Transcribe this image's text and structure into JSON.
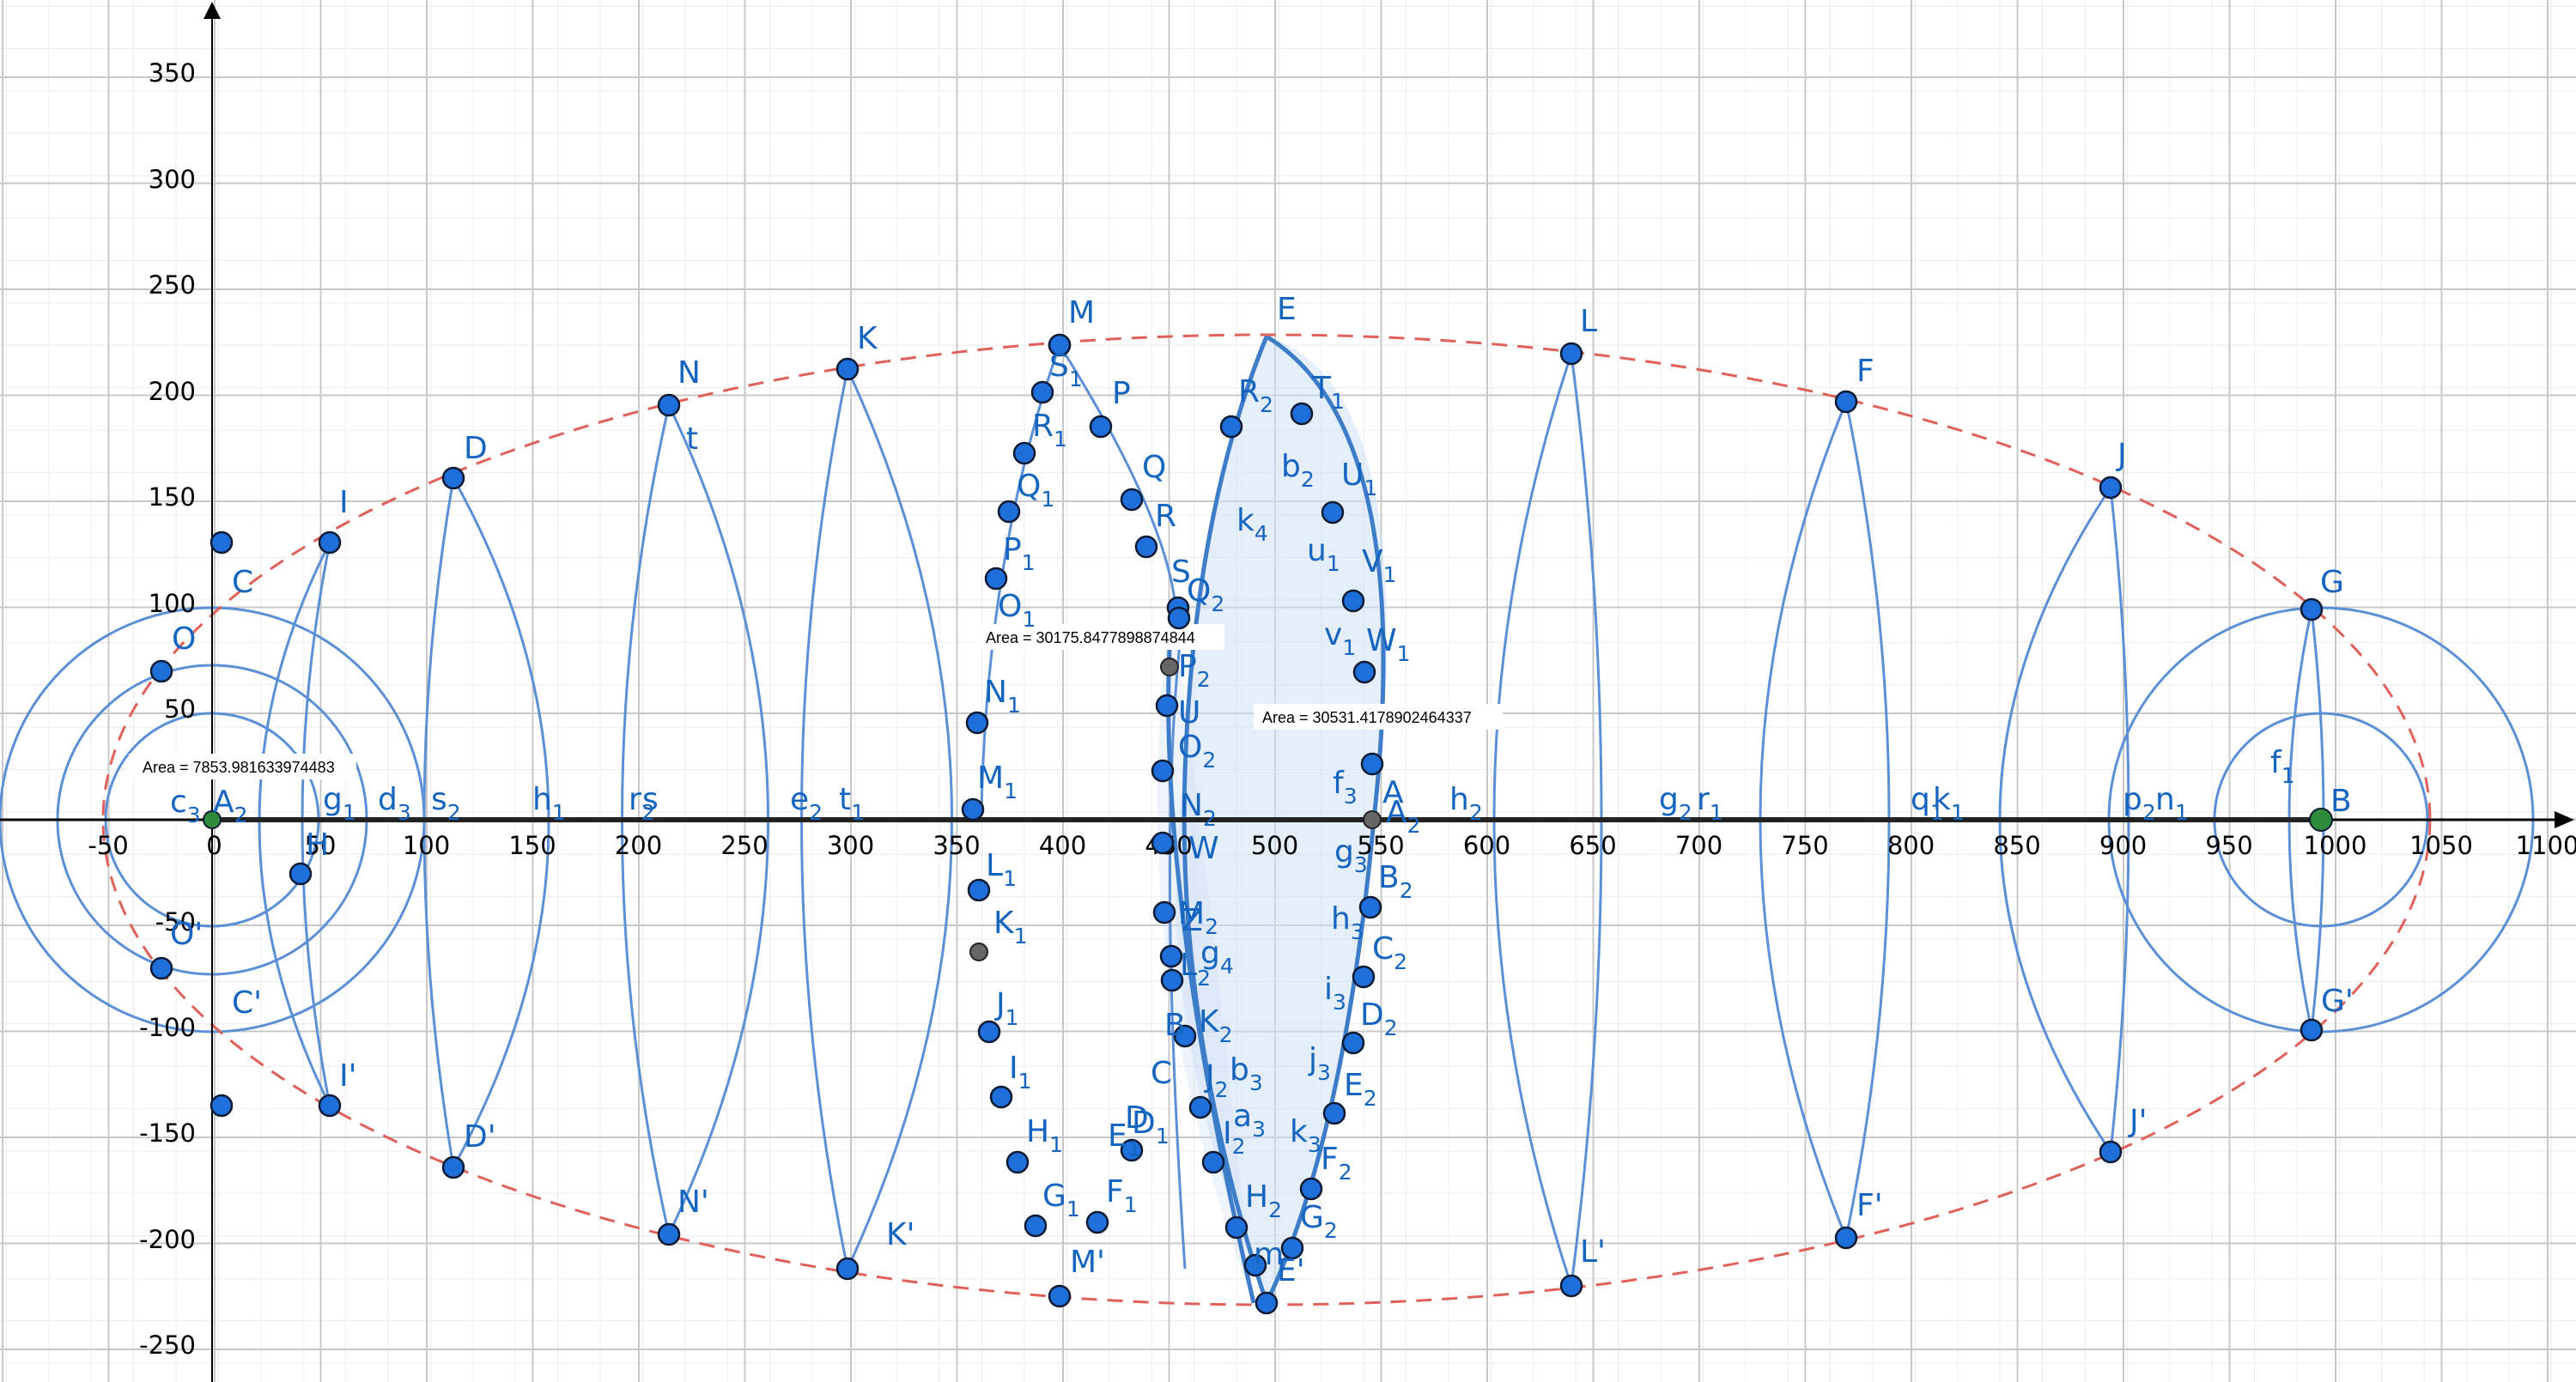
{
  "app": "GeoGebra Graphing",
  "colors": {
    "point": "#1e6fd9",
    "point_stroke": "#0b1a33",
    "curve": "#5b8fd6",
    "ellipse": "#e0605a",
    "fill": "#cfe0f7",
    "free_point": "#2e8b3a",
    "aux_point": "#666666",
    "axis": "#000000",
    "grid_major": "#c8c8c8",
    "grid_minor": "#ececec"
  },
  "x_ticks": [
    "-50",
    "0",
    "50",
    "100",
    "150",
    "200",
    "250",
    "300",
    "350",
    "400",
    "450",
    "500",
    "550",
    "600",
    "650",
    "700",
    "750",
    "800",
    "850",
    "900",
    "950",
    "1000",
    "1050",
    "1100"
  ],
  "y_ticks": [
    "350",
    "300",
    "250",
    "200",
    "150",
    "100",
    "50",
    "-50",
    "-100",
    "-150",
    "-200",
    "-250"
  ],
  "areas": [
    {
      "text": "Area = 7853.981633974483"
    },
    {
      "text": "Area = 30175.8477898874844"
    },
    {
      "text": "Area = 30531.4178902464337"
    }
  ],
  "labels": [
    {
      "t": "M"
    },
    {
      "t": "E"
    },
    {
      "t": "K"
    },
    {
      "t": "N"
    },
    {
      "t": "L"
    },
    {
      "t": "F"
    },
    {
      "t": "J"
    },
    {
      "t": "G"
    },
    {
      "t": "D"
    },
    {
      "t": "I"
    },
    {
      "t": "C"
    },
    {
      "t": "O"
    },
    {
      "t": "P"
    },
    {
      "t": "Q"
    },
    {
      "t": "R"
    },
    {
      "t": "t"
    },
    {
      "t": "S",
      "s": "1"
    },
    {
      "t": "R",
      "s": "1"
    },
    {
      "t": "Q",
      "s": "1"
    },
    {
      "t": "P",
      "s": "1"
    },
    {
      "t": "O",
      "s": "1"
    },
    {
      "t": "N",
      "s": "1"
    },
    {
      "t": "M",
      "s": "1"
    },
    {
      "t": "L",
      "s": "1"
    },
    {
      "t": "K",
      "s": "1"
    },
    {
      "t": "J",
      "s": "1"
    },
    {
      "t": "I",
      "s": "1"
    },
    {
      "t": "H",
      "s": "1"
    },
    {
      "t": "G",
      "s": "1"
    },
    {
      "t": "F",
      "s": "1"
    },
    {
      "t": "E",
      "s": "1"
    },
    {
      "t": "D",
      "s": "1"
    },
    {
      "t": "T",
      "s": "1"
    },
    {
      "t": "U",
      "s": "1"
    },
    {
      "t": "V",
      "s": "1"
    },
    {
      "t": "W",
      "s": "1"
    },
    {
      "t": "u",
      "s": "1"
    },
    {
      "t": "v",
      "s": "1"
    },
    {
      "t": "R",
      "s": "2"
    },
    {
      "t": "Q",
      "s": "2"
    },
    {
      "t": "S"
    },
    {
      "t": "b",
      "s": "2"
    },
    {
      "t": "k",
      "s": "4"
    },
    {
      "t": "B",
      "s": "2"
    },
    {
      "t": "C",
      "s": "2"
    },
    {
      "t": "D",
      "s": "2"
    },
    {
      "t": "E",
      "s": "2"
    },
    {
      "t": "F",
      "s": "2"
    },
    {
      "t": "G",
      "s": "2"
    },
    {
      "t": "H",
      "s": "2"
    },
    {
      "t": "I",
      "s": "2"
    },
    {
      "t": "J",
      "s": "2"
    },
    {
      "t": "K",
      "s": "2"
    },
    {
      "t": "L",
      "s": "2"
    },
    {
      "t": "M",
      "s": "2"
    },
    {
      "t": "N",
      "s": "2"
    },
    {
      "t": "U"
    },
    {
      "t": "W"
    },
    {
      "t": "Z"
    },
    {
      "t": "B"
    },
    {
      "t": "C"
    },
    {
      "t": "D"
    },
    {
      "t": "P",
      "s": "2"
    },
    {
      "t": "O",
      "s": "2"
    },
    {
      "t": "f",
      "s": "3"
    },
    {
      "t": "g",
      "s": "3"
    },
    {
      "t": "h",
      "s": "3"
    },
    {
      "t": "i",
      "s": "3"
    },
    {
      "t": "j",
      "s": "3"
    },
    {
      "t": "k",
      "s": "3"
    },
    {
      "t": "a",
      "s": "3"
    },
    {
      "t": "b",
      "s": "3"
    },
    {
      "t": "g",
      "s": "4"
    },
    {
      "t": "m"
    },
    {
      "t": "c",
      "s": "3"
    },
    {
      "t": "A",
      "s": "2"
    },
    {
      "t": "g",
      "s": "1"
    },
    {
      "t": "d",
      "s": "3"
    },
    {
      "t": "s",
      "s": "2"
    },
    {
      "t": "h",
      "s": "1"
    },
    {
      "t": "r",
      "s": "2"
    },
    {
      "t": "s"
    },
    {
      "t": "e",
      "s": "2"
    },
    {
      "t": "t",
      "s": "1"
    },
    {
      "t": "h",
      "s": "2"
    },
    {
      "t": "g",
      "s": "2"
    },
    {
      "t": "r",
      "s": "1"
    },
    {
      "t": "q",
      "s": "1"
    },
    {
      "t": "k",
      "s": "1"
    },
    {
      "t": "p",
      "s": "2"
    },
    {
      "t": "n",
      "s": "1"
    },
    {
      "t": "f",
      "s": "1"
    },
    {
      "t": "B"
    },
    {
      "t": "A"
    },
    {
      "t": "A",
      "s": "2"
    },
    {
      "t": "H"
    },
    {
      "t": "O'"
    },
    {
      "t": "C'"
    },
    {
      "t": "I'"
    },
    {
      "t": "D'"
    },
    {
      "t": "N'"
    },
    {
      "t": "K'"
    },
    {
      "t": "M'"
    },
    {
      "t": "E'"
    },
    {
      "t": "L'"
    },
    {
      "t": "F'"
    },
    {
      "t": "J'"
    },
    {
      "t": "G'"
    }
  ]
}
